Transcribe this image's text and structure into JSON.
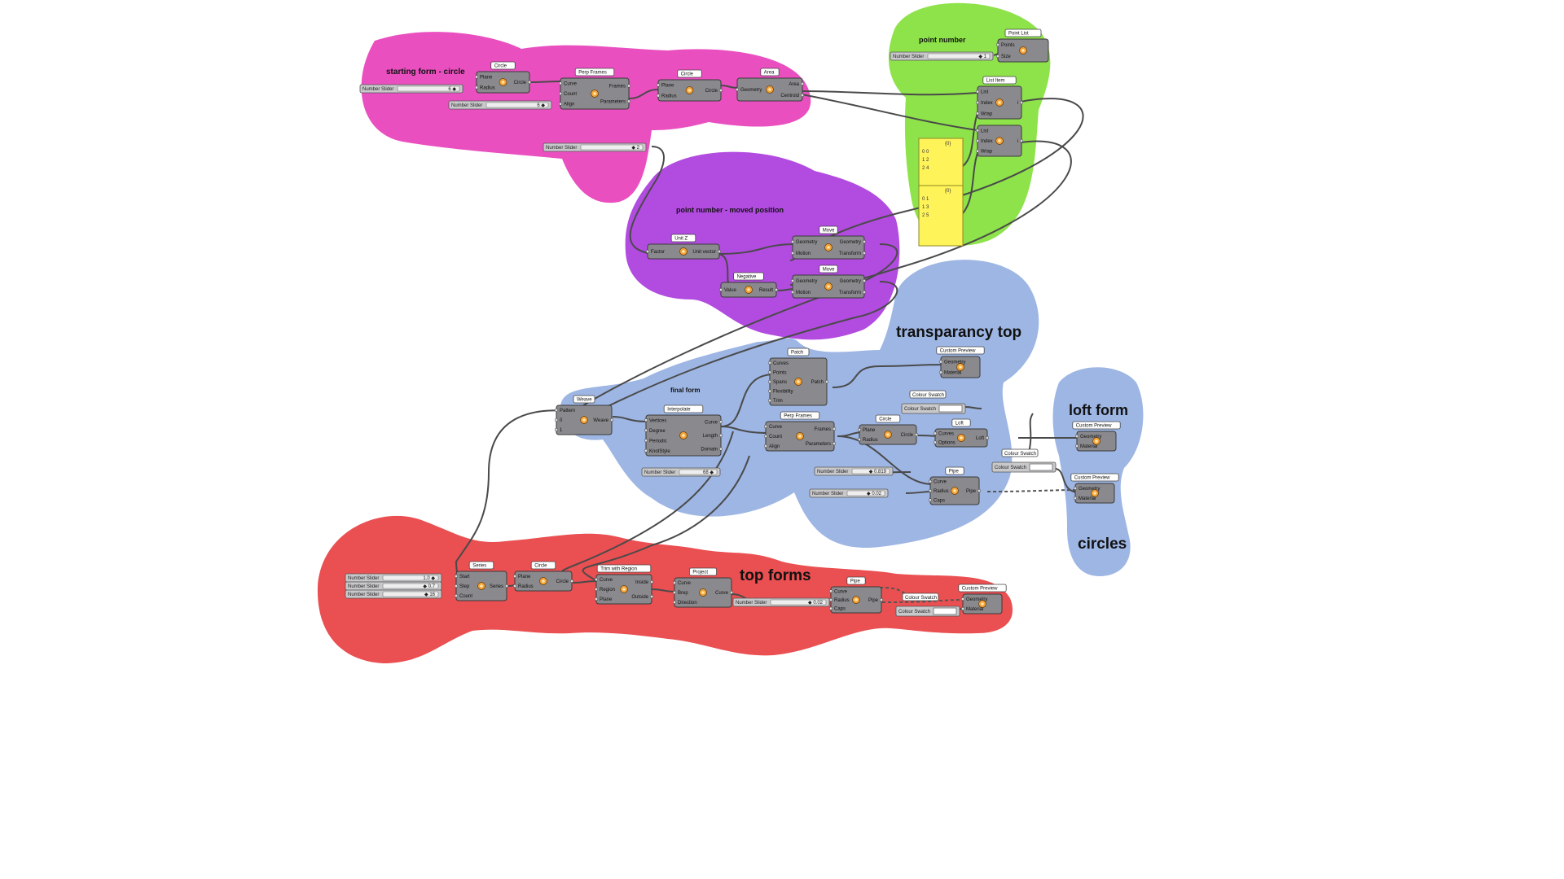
{
  "groups": {
    "starting_form": {
      "title": "starting form - circle",
      "color": "#ea4fc0"
    },
    "point_number": {
      "title": "point number",
      "color": "#8ee24a"
    },
    "point_moved": {
      "title": "point number - moved position",
      "color": "#b24be0"
    },
    "transparency_top": {
      "title": "transparancy top",
      "color": "#9eb6e4"
    },
    "final_form": {
      "title": "final form",
      "color": "#9eb6e4"
    },
    "loft_form": {
      "title": "loft form",
      "color": "#9eb6e4"
    },
    "circles": {
      "title": "circles",
      "color": "#9eb6e4"
    },
    "top_forms": {
      "title": "top forms",
      "color": "#ea4f51"
    }
  },
  "components": {
    "circle1": {
      "tag": "Circle",
      "inputs": [
        "Plane",
        "Radius"
      ],
      "outputs": [
        "Circle"
      ]
    },
    "perpframes1": {
      "tag": "Perp Frames",
      "inputs": [
        "Curve",
        "Count",
        "Align"
      ],
      "outputs": [
        "Frames",
        "Parameters"
      ]
    },
    "circle2": {
      "tag": "Circle",
      "inputs": [
        "Plane",
        "Radius"
      ],
      "outputs": [
        "Circle"
      ]
    },
    "area": {
      "tag": "Area",
      "inputs": [
        "Geometry"
      ],
      "outputs": [
        "Area",
        "Centroid"
      ]
    },
    "pointlist": {
      "tag": "Point List",
      "inputs": [
        "Points",
        "Size"
      ],
      "outputs": []
    },
    "listitem1": {
      "tag": "List Item",
      "inputs": [
        "List",
        "Index",
        "Wrap"
      ],
      "outputs": [
        "i"
      ]
    },
    "listitem2": {
      "tag": "",
      "inputs": [
        "List",
        "Index",
        "Wrap"
      ],
      "outputs": [
        "i"
      ]
    },
    "unitz": {
      "tag": "Unit Z",
      "inputs": [
        "Factor"
      ],
      "outputs": [
        "Unit vector"
      ]
    },
    "move1": {
      "tag": "Move",
      "inputs": [
        "Geometry",
        "Motion"
      ],
      "outputs": [
        "Geometry",
        "Transform"
      ]
    },
    "negative": {
      "tag": "Negative",
      "inputs": [
        "Value"
      ],
      "outputs": [
        "Result"
      ]
    },
    "move2": {
      "tag": "Move",
      "inputs": [
        "Geometry",
        "Motion"
      ],
      "outputs": [
        "Geometry",
        "Transform"
      ]
    },
    "patch": {
      "tag": "Patch",
      "inputs": [
        "Curves",
        "Points",
        "Spans",
        "Flexibility",
        "Trim"
      ],
      "outputs": [
        "Patch"
      ]
    },
    "preview1": {
      "tag": "Custom Preview",
      "inputs": [
        "Geometry",
        "Material"
      ],
      "outputs": []
    },
    "weave": {
      "tag": "Weave",
      "inputs": [
        "Pattern",
        "0",
        "1"
      ],
      "outputs": [
        "Weave"
      ]
    },
    "interpolate": {
      "tag": "Interpolate",
      "inputs": [
        "Vertices",
        "Degree",
        "Periodic",
        "KnotStyle"
      ],
      "outputs": [
        "Curve",
        "Length",
        "Domain"
      ]
    },
    "perpframes2": {
      "tag": "Perp Frames",
      "inputs": [
        "Curve",
        "Count",
        "Align"
      ],
      "outputs": [
        "Frames",
        "Parameters"
      ]
    },
    "circle3": {
      "tag": "Circle",
      "inputs": [
        "Plane",
        "Radius"
      ],
      "outputs": [
        "Circle"
      ]
    },
    "loft": {
      "tag": "Loft",
      "inputs": [
        "Curves",
        "Options"
      ],
      "outputs": [
        "Loft"
      ]
    },
    "preview2": {
      "tag": "Custom Preview",
      "inputs": [
        "Geometry",
        "Material"
      ],
      "outputs": []
    },
    "pipe1": {
      "tag": "Pipe",
      "inputs": [
        "Curve",
        "Radius",
        "Caps"
      ],
      "outputs": [
        "Pipe"
      ]
    },
    "preview3": {
      "tag": "Custom Preview",
      "inputs": [
        "Geometry",
        "Material"
      ],
      "outputs": []
    },
    "series": {
      "tag": "Series",
      "inputs": [
        "Start",
        "Step",
        "Count"
      ],
      "outputs": [
        "Series"
      ]
    },
    "circle4": {
      "tag": "Circle",
      "inputs": [
        "Plane",
        "Radius"
      ],
      "outputs": [
        "Circle"
      ]
    },
    "trim": {
      "tag": "Trim with Region",
      "inputs": [
        "Curve",
        "Region",
        "Plane"
      ],
      "outputs": [
        "Inside",
        "Outside"
      ]
    },
    "project": {
      "tag": "Project",
      "inputs": [
        "Curve",
        "Brep",
        "Direction"
      ],
      "outputs": [
        "Curve"
      ]
    },
    "pipe2": {
      "tag": "Pipe",
      "inputs": [
        "Curve",
        "Radius",
        "Caps"
      ],
      "outputs": [
        "Pipe"
      ]
    },
    "preview4": {
      "tag": "Custom Preview",
      "inputs": [
        "Geometry",
        "Material"
      ],
      "outputs": []
    }
  },
  "sliders": {
    "s1": {
      "label": "Number Slider",
      "value": "6 ◆"
    },
    "s2": {
      "label": "Number Slider",
      "value": "6 ◆"
    },
    "s3": {
      "label": "Number Slider",
      "value": "◆ 2"
    },
    "s4": {
      "label": "Number Slider",
      "value": "◆ 1"
    },
    "s5": {
      "label": "Number Slider",
      "value": "68 ◆"
    },
    "s6": {
      "label": "Number Slider",
      "value": "◆ 0.819"
    },
    "s7": {
      "label": "Number Slider",
      "value": "◆ 0.02"
    },
    "s8": {
      "label": "Number Slider",
      "value": "1.0 ◆"
    },
    "s9": {
      "label": "Number Slider",
      "value": "◆ 0.7"
    },
    "s10": {
      "label": "Number Slider",
      "value": "◆ 16"
    },
    "s11": {
      "label": "Number Slider",
      "value": "◆ 0.02"
    }
  },
  "swatches": {
    "sw1": {
      "tag": "Colour Swatch",
      "label": "Colour Swatch"
    },
    "sw2": {
      "tag": "Colour Swatch",
      "label": "Colour Swatch"
    },
    "sw3": {
      "tag": "Colour Swatch",
      "label": "Colour Swatch"
    }
  },
  "panels": {
    "p1": {
      "header": "{0}",
      "lines": [
        "0  0",
        "1  2",
        "2  4"
      ]
    },
    "p2": {
      "header": "{0}",
      "lines": [
        "0  1",
        "1  3",
        "2  5"
      ]
    }
  }
}
